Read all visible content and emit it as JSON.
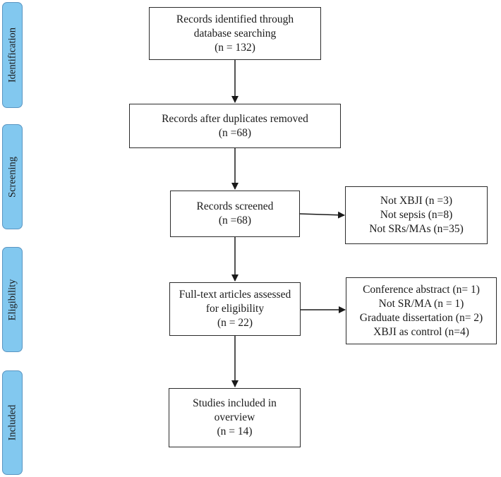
{
  "stages": [
    "Identification",
    "Screening",
    "Eligibility",
    "Included"
  ],
  "boxes": {
    "identified": [
      "Records identified through",
      "database searching",
      "(n = 132)"
    ],
    "duplicates": [
      "Records after duplicates removed",
      "(n =68)"
    ],
    "screened": [
      "Records screened",
      "(n =68)"
    ],
    "excluded_screen": [
      "Not XBJI (n =3)",
      "Not sepsis (n=8)",
      "Not SRs/MAs (n=35)"
    ],
    "fulltext": [
      "Full-text articles assessed",
      "for eligibility",
      "(n = 22)"
    ],
    "excluded_fulltext": [
      "Conference abstract (n= 1)",
      "Not SR/MA (n = 1)",
      "Graduate dissertation (n= 2)",
      "XBJI as control (n=4)"
    ],
    "included": [
      "Studies included in",
      "overview",
      "(n = 14)"
    ]
  },
  "colors": {
    "stage_fill": "#82c8ef",
    "stage_border": "#5a95c2",
    "box_border": "#2b2b2b",
    "arrow": "#1a1a1a"
  }
}
